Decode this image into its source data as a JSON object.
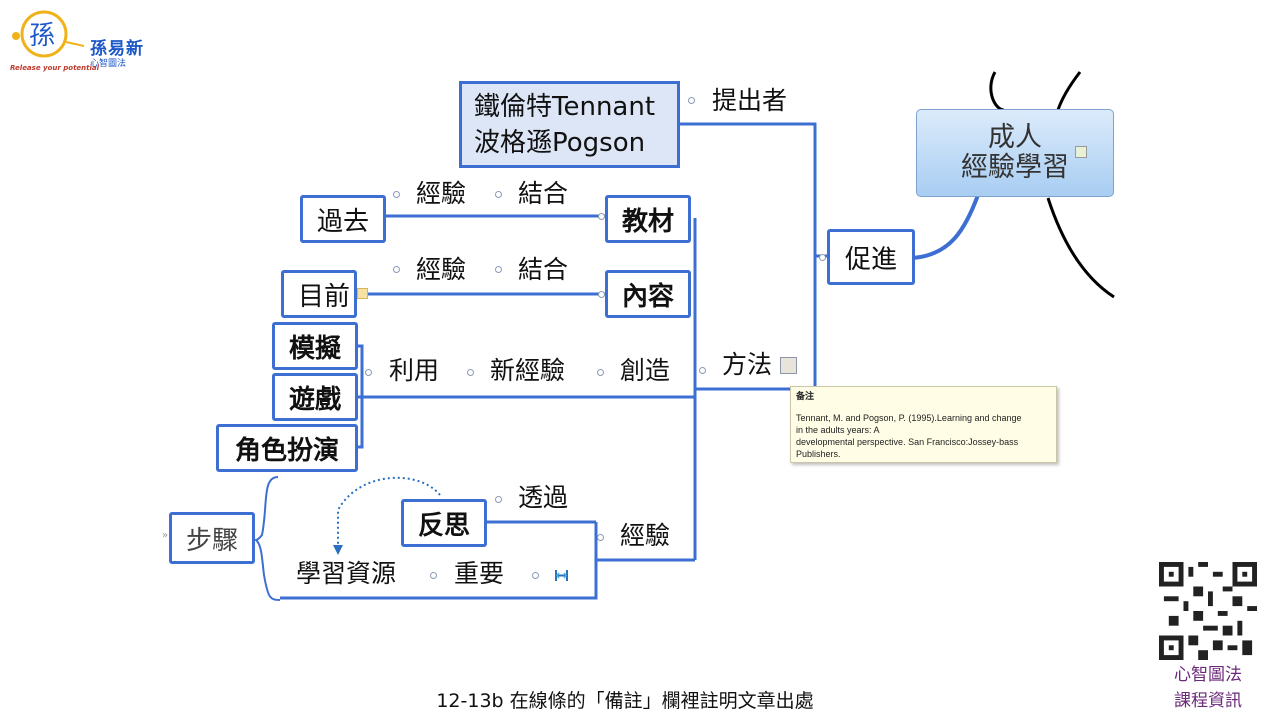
{
  "logo": {
    "name": "孫易新",
    "sub": "心智圖法",
    "slogan": "Release your potential"
  },
  "central_topic": {
    "line1": "成人",
    "line2": "經驗學習"
  },
  "branches": {
    "promote": "促進",
    "proposer_label": "提出者",
    "authors": [
      "鐵倫特Tennant",
      "波格遜Pogson"
    ],
    "method": "方法",
    "materials": "教材",
    "past": "過去",
    "exp1": "經驗",
    "combine1": "結合",
    "content": "內容",
    "current": "目前",
    "exp2": "經驗",
    "combine2": "結合",
    "simulate": "模擬",
    "game": "遊戲",
    "roleplay": "角色扮演",
    "use": "利用",
    "new_exp": "新經驗",
    "create": "創造",
    "experience": "經驗",
    "through": "透過",
    "reflection": "反思",
    "steps": "步驟",
    "learning_resources": "學習資源",
    "important": "重要"
  },
  "note": {
    "title": "备注",
    "lines": [
      "Tennant, M. and Pogson, P. (1995).Learning and change",
      "in the adults years: A",
      "developmental perspective. San Francisco:Jossey-bass",
      "Publishers."
    ]
  },
  "caption": "12-13b 在線條的「備註」欄裡註明文章出處",
  "qr_caption": [
    "心智圖法",
    "課程資訊"
  ],
  "colors": {
    "line": "#3d6fd3",
    "central_top": "#dcebfb",
    "central_bottom": "#a8cdf2",
    "note_bg": "#fffde6"
  }
}
